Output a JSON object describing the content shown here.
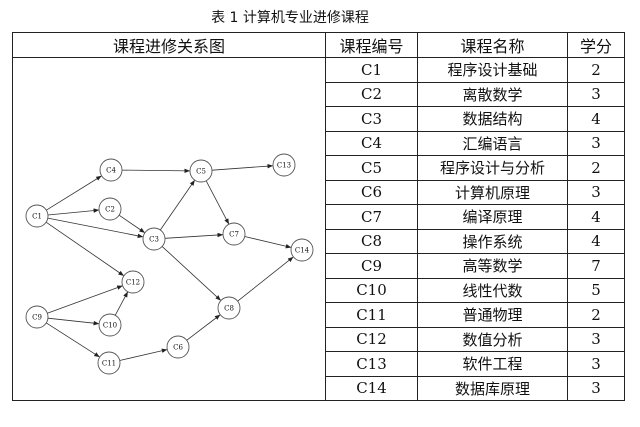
{
  "caption": "表 1 计算机专业进修课程",
  "headers": {
    "graph": "课程进修关系图",
    "code": "课程编号",
    "name": "课程名称",
    "credits": "学分"
  },
  "rows": [
    {
      "code": "C1",
      "name": "程序设计基础",
      "credits": "2"
    },
    {
      "code": "C2",
      "name": "离散数学",
      "credits": "3"
    },
    {
      "code": "C3",
      "name": "数据结构",
      "credits": "4"
    },
    {
      "code": "C4",
      "name": "汇编语言",
      "credits": "3"
    },
    {
      "code": "C5",
      "name": "程序设计与分析",
      "credits": "2"
    },
    {
      "code": "C6",
      "name": "计算机原理",
      "credits": "3"
    },
    {
      "code": "C7",
      "name": "编译原理",
      "credits": "4"
    },
    {
      "code": "C8",
      "name": "操作系统",
      "credits": "4"
    },
    {
      "code": "C9",
      "name": "高等数学",
      "credits": "7"
    },
    {
      "code": "C10",
      "name": "线性代数",
      "credits": "5"
    },
    {
      "code": "C11",
      "name": "普通物理",
      "credits": "2"
    },
    {
      "code": "C12",
      "name": "数值分析",
      "credits": "3"
    },
    {
      "code": "C13",
      "name": "软件工程",
      "credits": "3"
    },
    {
      "code": "C14",
      "name": "数据库原理",
      "credits": "3"
    }
  ],
  "graph": {
    "nodes": [
      "C1",
      "C2",
      "C3",
      "C4",
      "C5",
      "C6",
      "C7",
      "C8",
      "C9",
      "C10",
      "C11",
      "C12",
      "C13",
      "C14"
    ],
    "edges": [
      [
        "C1",
        "C4"
      ],
      [
        "C1",
        "C2"
      ],
      [
        "C1",
        "C3"
      ],
      [
        "C1",
        "C12"
      ],
      [
        "C4",
        "C5"
      ],
      [
        "C2",
        "C3"
      ],
      [
        "C3",
        "C5"
      ],
      [
        "C3",
        "C7"
      ],
      [
        "C3",
        "C8"
      ],
      [
        "C5",
        "C13"
      ],
      [
        "C5",
        "C7"
      ],
      [
        "C7",
        "C14"
      ],
      [
        "C8",
        "C14"
      ],
      [
        "C9",
        "C12"
      ],
      [
        "C9",
        "C10"
      ],
      [
        "C9",
        "C11"
      ],
      [
        "C10",
        "C12"
      ],
      [
        "C11",
        "C6"
      ],
      [
        "C6",
        "C8"
      ]
    ]
  }
}
